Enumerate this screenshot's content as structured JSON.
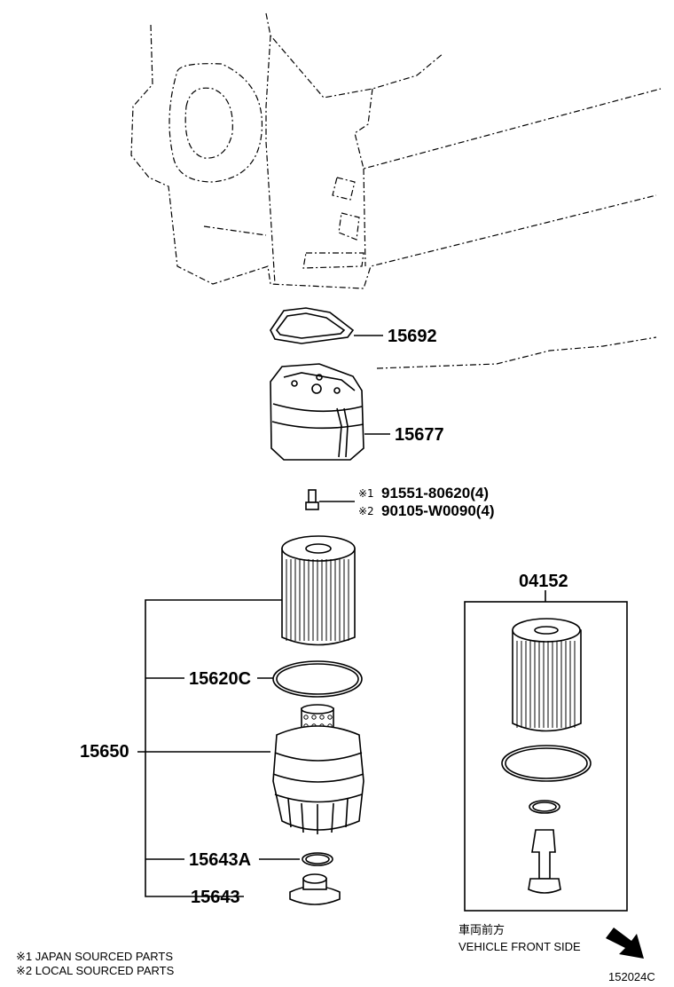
{
  "parts": {
    "gasket_top": "15692",
    "adapter": "15677",
    "bolt_note_1": "91551-80620(4)",
    "bolt_note_2": "90105-W0090(4)",
    "bolt_marker_1": "※1",
    "bolt_marker_2": "※2",
    "filter_kit": "04152",
    "o_ring": "15620C",
    "cap_assembly": "15650",
    "gasket_small": "15643A",
    "drain_plug": "15643"
  },
  "direction": {
    "japanese": "車両前方",
    "english": "VEHICLE FRONT SIDE"
  },
  "footnotes": {
    "note1": "※1 JAPAN SOURCED PARTS",
    "note2": "※2 LOCAL SOURCED PARTS"
  },
  "diagram_id": "152024C"
}
